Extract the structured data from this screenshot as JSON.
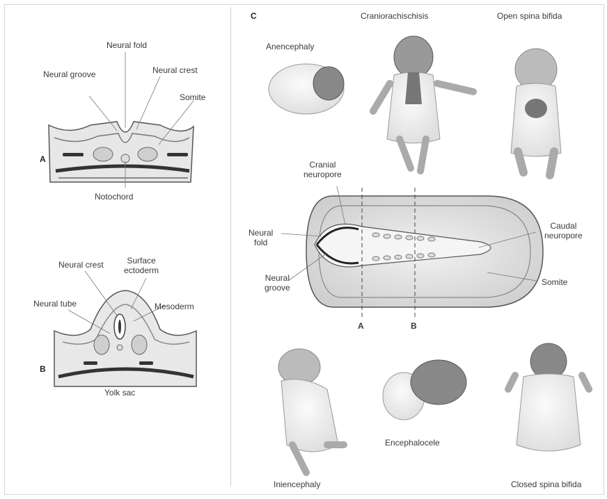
{
  "panels": {
    "a": "A",
    "b": "B",
    "c": "C"
  },
  "panel_a": {
    "neural_fold": "Neural fold",
    "neural_groove": "Neural groove",
    "neural_crest": "Neural crest",
    "somite": "Somite",
    "notochord": "Notochord"
  },
  "panel_b": {
    "neural_crest": "Neural crest",
    "surface_ectoderm": "Surface\nectoderm",
    "neural_tube": "Neural tube",
    "mesoderm": "Mesoderm",
    "yolk_sac": "Yolk sac"
  },
  "panel_c": {
    "anencephaly": "Anencephaly",
    "craniorachischisis": "Craniorachischisis",
    "open_spina_bifida": "Open spina bifida",
    "cranial_neuropore": "Cranial\nneuropore",
    "neural_fold": "Neural\nfold",
    "neural_groove": "Neural\ngroove",
    "caudal_neuropore": "Caudal\nneuropore",
    "somite": "Somite",
    "section_a": "A",
    "section_b": "B",
    "iniencephaly": "Iniencephaly",
    "encephalocele": "Encephalocele",
    "closed_spina_bifida": "Closed spina bifida"
  }
}
